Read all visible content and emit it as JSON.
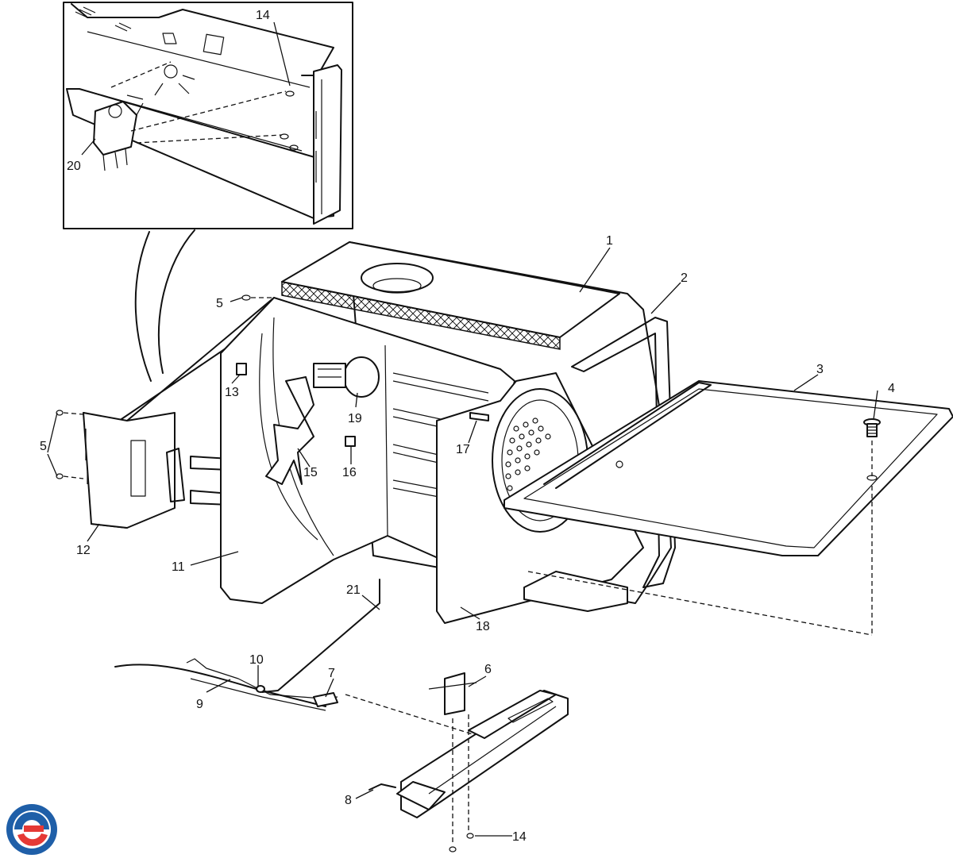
{
  "diagram": {
    "labels": {
      "p1": "1",
      "p2": "2",
      "p3": "3",
      "p4": "4",
      "p5a": "5",
      "p5b": "5",
      "p6": "6",
      "p7": "7",
      "p8": "8",
      "p9": "9",
      "p10": "10",
      "p11": "11",
      "p12": "12",
      "p13": "13",
      "p14a": "14",
      "p14b": "14",
      "p15": "15",
      "p16": "16",
      "p17": "17",
      "p18": "18",
      "p19": "19",
      "p20": "20",
      "p21": "21"
    },
    "logo": {
      "name": "brand-logo",
      "colors": [
        "#1f5fa8",
        "#e53935"
      ]
    }
  }
}
